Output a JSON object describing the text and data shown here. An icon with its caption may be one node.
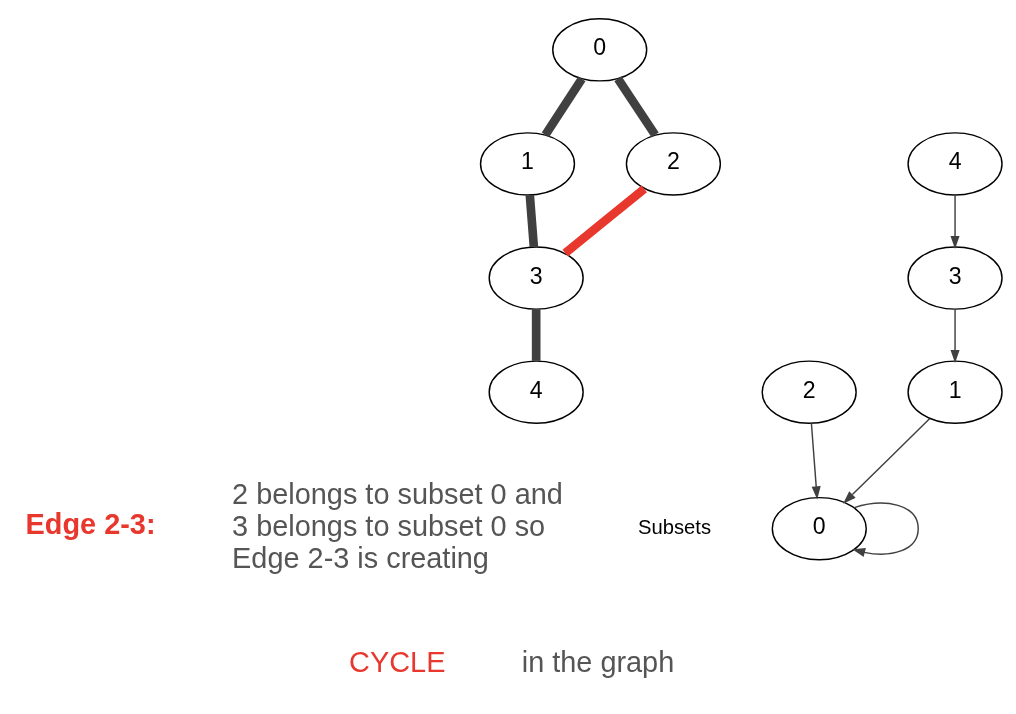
{
  "diagram": {
    "nodes": [
      {
        "text": [
          "0"
        ]
      },
      {
        "text": [
          "1"
        ]
      },
      {
        "text": [
          "2"
        ]
      },
      {
        "text": [
          "3"
        ]
      },
      {
        "text": [
          "4"
        ]
      },
      {
        "text": [
          "0"
        ]
      },
      {
        "text": [
          "2"
        ]
      },
      {
        "text": [
          "1"
        ]
      },
      {
        "text": [
          "3"
        ]
      },
      {
        "text": [
          "4"
        ]
      }
    ],
    "edges": [
      {
        "from": 1,
        "to": 3,
        "arrow": "none",
        "style": "thick"
      },
      {
        "from": 0,
        "to": 1,
        "arrow": "none",
        "style": "thick"
      },
      {
        "from": 0,
        "to": 2,
        "arrow": "none",
        "style": "thick"
      },
      {
        "from": 2,
        "to": 3,
        "arrow": "none",
        "style": "thick",
        "color": "#e8372c"
      },
      {
        "from": 3,
        "to": 4,
        "arrow": "none",
        "style": "thick"
      },
      {
        "from": 5,
        "to": 5,
        "arrow": "to"
      },
      {
        "from": 6,
        "to": 5,
        "arrow": "to"
      },
      {
        "from": 7,
        "to": 5,
        "arrow": "to"
      },
      {
        "from": 8,
        "to": 7,
        "arrow": "to"
      },
      {
        "from": 9,
        "to": 8,
        "arrow": "to"
      }
    ],
    "labels": [
      "Subsets",
      "Edge 2-3:",
      "2 belongs to subset 0 and 3 belongs to subset 0 so Edge 2-3 is creating",
      "CYCLE",
      "in the graph"
    ]
  }
}
